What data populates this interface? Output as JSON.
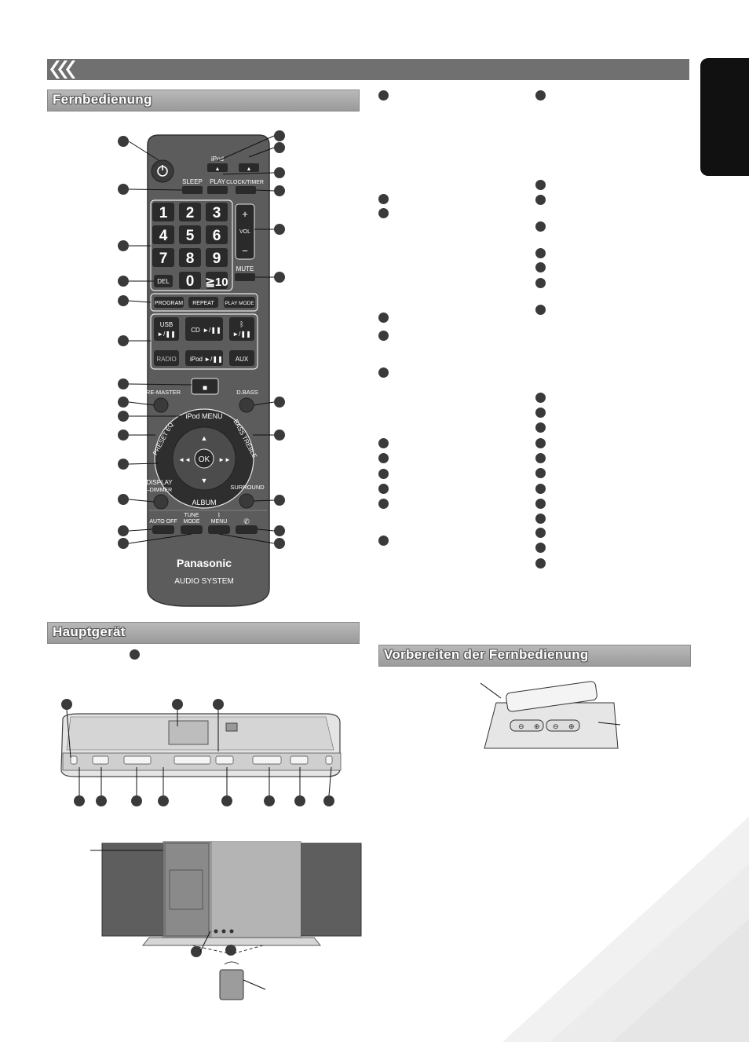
{
  "sections": {
    "remote": "Fernbedienung",
    "main_unit": "Hauptgerät",
    "prepare": "Vorbereiten der Fernbedienung"
  },
  "remote": {
    "brand": "Panasonic",
    "subtitle": "AUDIO SYSTEM",
    "labels": {
      "ipod": "iPod",
      "sleep": "SLEEP",
      "play": "PLAY",
      "clock_timer": "CLOCK/TIMER",
      "vol": "VOL",
      "plus": "+",
      "minus": "−",
      "mute": "MUTE",
      "del": "DEL",
      "program": "PROGRAM",
      "repeat": "REPEAT",
      "play_mode": "PLAY MODE",
      "usb": "USB",
      "cd": "CD",
      "radio": "RADIO",
      "ipod_play": "iPod",
      "aux": "AUX",
      "play_pause": "►/❚❚",
      "stop": "■",
      "remaster": "RE-MASTER",
      "dbass": "D.BASS",
      "ipod_menu": "iPod MENU",
      "preset_eq": "PRESET EQ",
      "bass_treble": "BASS TREBLE",
      "ok": "OK",
      "prev": "◄◄",
      "next": "►►",
      "up": "▲",
      "down": "▼",
      "display": "DISPLAY",
      "dimmer": "–DIMMER",
      "album": "ALBUM",
      "surround": "SURROUND",
      "auto_off": "AUTO OFF",
      "tune": "TUNE",
      "mode": "MODE",
      "menu": "MENU",
      "eject": "▲"
    },
    "numbers": [
      "1",
      "2",
      "3",
      "4",
      "5",
      "6",
      "7",
      "8",
      "9",
      "0",
      "≧10"
    ]
  },
  "colors": {
    "bar": "#707070",
    "header": "#a8a8a8",
    "remote_body": "#5c5c5c",
    "key": "#2a2a2a"
  }
}
